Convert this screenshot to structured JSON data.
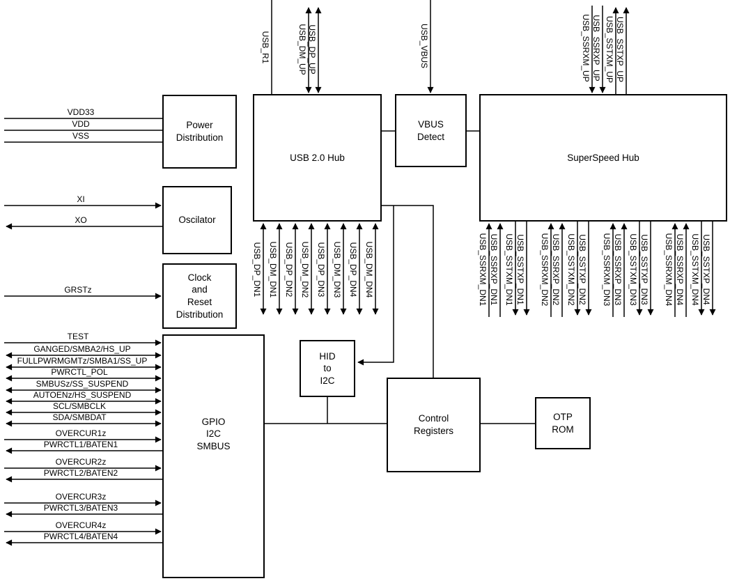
{
  "diagram_type": "ic-block-diagram",
  "colors": {
    "line": "#000000",
    "block_border": "#000000",
    "block_fill": "#ffffff",
    "background": "#ffffff",
    "text": "#000000"
  },
  "blocks": {
    "power_distribution": {
      "label": "Power\nDistribution"
    },
    "oscillator": {
      "label": "Oscilator"
    },
    "clock_reset": {
      "label": "Clock\nand\nReset\nDistribution"
    },
    "gpio_i2c_smbus": {
      "label": "GPIO\nI2C\nSMBUS"
    },
    "usb2_hub": {
      "label": "USB 2.0 Hub"
    },
    "vbus_detect": {
      "label": "VBUS\nDetect"
    },
    "superspeed_hub": {
      "label": "SuperSpeed Hub"
    },
    "hid_to_i2c": {
      "label": "HID\nto\nI2C"
    },
    "control_registers": {
      "label": "Control\nRegisters"
    },
    "otp_rom": {
      "label": "OTP\nROM"
    }
  },
  "signals": {
    "left": [
      {
        "label": "VDD33",
        "dir": "none"
      },
      {
        "label": "VDD",
        "dir": "none"
      },
      {
        "label": "VSS",
        "dir": "none"
      },
      {
        "label": "XI",
        "dir": "in"
      },
      {
        "label": "XO",
        "dir": "out"
      },
      {
        "label": "GRSTz",
        "dir": "in"
      },
      {
        "label": "TEST",
        "dir": "in"
      },
      {
        "label": "GANGED/SMBA2/HS_UP",
        "dir": "bidir"
      },
      {
        "label": "FULLPWRMGMTz/SMBA1/SS_UP",
        "dir": "bidir"
      },
      {
        "label": "PWRCTL_POL",
        "dir": "bidir"
      },
      {
        "label": "SMBUSz/SS_SUSPEND",
        "dir": "bidir"
      },
      {
        "label": "AUTOENz/HS_SUSPEND",
        "dir": "bidir"
      },
      {
        "label": "SCL/SMBCLK",
        "dir": "bidir"
      },
      {
        "label": "SDA/SMBDAT",
        "dir": "bidir"
      },
      {
        "label": "OVERCUR1z",
        "dir": "in"
      },
      {
        "label": "PWRCTL1/BATEN1",
        "dir": "out"
      },
      {
        "label": "OVERCUR2z",
        "dir": "in"
      },
      {
        "label": "PWRCTL2/BATEN2",
        "dir": "out"
      },
      {
        "label": "OVERCUR3z",
        "dir": "in"
      },
      {
        "label": "PWRCTL3/BATEN3",
        "dir": "out"
      },
      {
        "label": "OVERCUR4z",
        "dir": "in"
      },
      {
        "label": "PWRCTL4/BATEN4",
        "dir": "out"
      }
    ],
    "top": [
      {
        "label": "USB_R1",
        "dir": "none"
      },
      {
        "label": "USB_DM_UP",
        "dir": "bidir"
      },
      {
        "label": "USB_DP_UP",
        "dir": "bidir"
      },
      {
        "label": "USB_VBUS",
        "dir": "in"
      },
      {
        "label": "USB_SSRXM_UP",
        "dir": "in"
      },
      {
        "label": "USB_SSRXP_UP",
        "dir": "in"
      },
      {
        "label": "USB_SSTXM_UP",
        "dir": "out"
      },
      {
        "label": "USB_SSTXP_UP",
        "dir": "out"
      }
    ],
    "usb2_downstream": [
      {
        "label": "USB_DP_DN1",
        "dir": "bidir"
      },
      {
        "label": "USB_DM_DN1",
        "dir": "bidir"
      },
      {
        "label": "USB_DP_DN2",
        "dir": "bidir"
      },
      {
        "label": "USB_DM_DN2",
        "dir": "bidir"
      },
      {
        "label": "USB_DP_DN3",
        "dir": "bidir"
      },
      {
        "label": "USB_DM_DN3",
        "dir": "bidir"
      },
      {
        "label": "USB_DP_DN4",
        "dir": "bidir"
      },
      {
        "label": "USB_DM_DN4",
        "dir": "bidir"
      }
    ],
    "ss_downstream": [
      {
        "label": "USB_SSRXM_DN1",
        "dir": "in"
      },
      {
        "label": "USB_SSRXP_DN1",
        "dir": "in"
      },
      {
        "label": "USB_SSTXM_DN1",
        "dir": "out"
      },
      {
        "label": "USB_SSTXP_DN1",
        "dir": "out"
      },
      {
        "label": "USB_SSRXM_DN2",
        "dir": "in"
      },
      {
        "label": "USB_SSRXP_DN2",
        "dir": "in"
      },
      {
        "label": "USB_SSTXM_DN2",
        "dir": "out"
      },
      {
        "label": "USB_SSTXP_DN2",
        "dir": "out"
      },
      {
        "label": "USB_SSRXM_DN3",
        "dir": "in"
      },
      {
        "label": "USB_SSRXP_DN3",
        "dir": "in"
      },
      {
        "label": "USB_SSTXM_DN3",
        "dir": "out"
      },
      {
        "label": "USB_SSTXP_DN3",
        "dir": "out"
      },
      {
        "label": "USB_SSRXM_DN4",
        "dir": "in"
      },
      {
        "label": "USB_SSRXP_DN4",
        "dir": "in"
      },
      {
        "label": "USB_SSTXM_DN4",
        "dir": "out"
      },
      {
        "label": "USB_SSTXP_DN4",
        "dir": "out"
      }
    ]
  }
}
